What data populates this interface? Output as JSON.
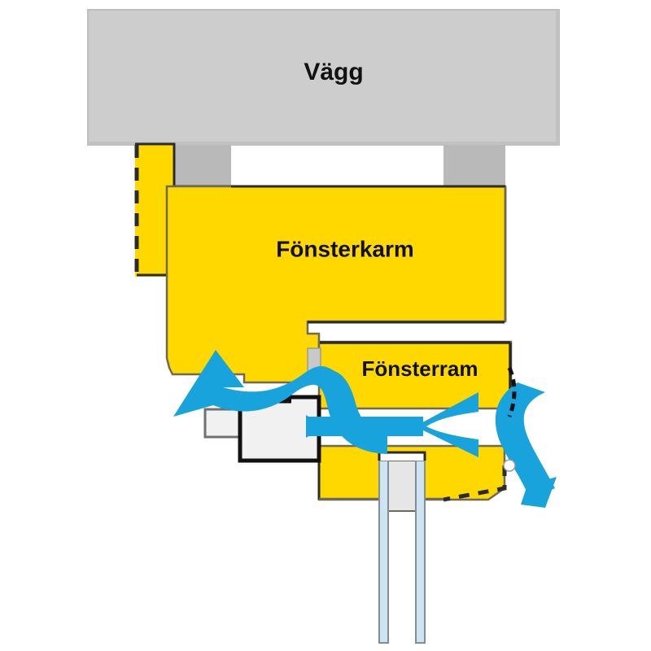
{
  "diagram": {
    "title_text_visible": false,
    "language": "sv",
    "labels": {
      "wall": "Vägg",
      "window_frame": "Fönsterkarm",
      "window_sash": "Fönsterram"
    },
    "colors": {
      "wall_fill": "#cdcdcd",
      "wall_jamb_fill": "#b9b9b9",
      "frame_yellow": "#ffd800",
      "airflow_blue": "#19a3dd",
      "outline_dark": "#2b2b2b",
      "glass_fill": "#cfe4f2",
      "glass_core": "#e6e6e6",
      "hardware_fill": "#f1f1f1",
      "background": "#ffffff"
    },
    "parts": [
      {
        "name": "wall",
        "label": "Vägg",
        "fill": "#cdcdcd"
      },
      {
        "name": "wall-jamb-left",
        "label": "",
        "fill": "#b9b9b9"
      },
      {
        "name": "wall-jamb-right",
        "label": "",
        "fill": "#b9b9b9"
      },
      {
        "name": "window-frame",
        "label": "Fönsterkarm",
        "fill": "#ffd800"
      },
      {
        "name": "window-frame-outer-strip",
        "label": "",
        "fill": "#ffd800"
      },
      {
        "name": "window-sash",
        "label": "Fönsterram",
        "fill": "#ffd800"
      },
      {
        "name": "window-sash-lower",
        "label": "",
        "fill": "#ffd800"
      },
      {
        "name": "glazing-unit",
        "label": "",
        "fill": "#cfe4f2"
      },
      {
        "name": "hinge-hardware",
        "label": "",
        "fill": "#f1f1f1"
      }
    ],
    "airflow": {
      "description_visible": false,
      "arrow_color": "#19a3dd",
      "streams": [
        {
          "name": "upper-outflow-arrow",
          "direction": "left"
        },
        {
          "name": "lower-inflow-arrow",
          "direction": "left"
        },
        {
          "name": "inlet-curve-right",
          "direction": "up-left"
        }
      ]
    }
  }
}
